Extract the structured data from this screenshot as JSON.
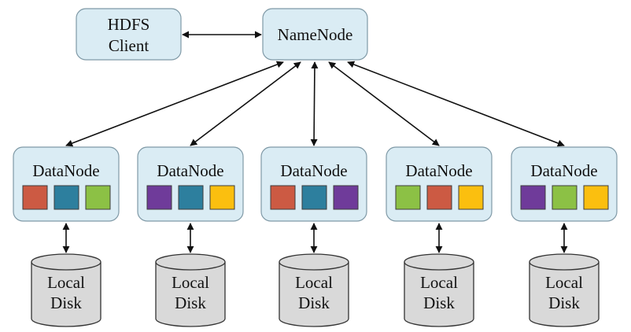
{
  "colors": {
    "node_fill": "#daecf4",
    "node_stroke": "#7f99a6",
    "disk_fill": "#d9d9d9",
    "disk_stroke": "#333333",
    "arrow": "#111111",
    "red": "#cc5a43",
    "teal": "#2d7f9e",
    "green": "#8cc145",
    "purple": "#6f3b9a",
    "yellow": "#fbbf0f"
  },
  "client": {
    "line1": "HDFS",
    "line2": "Client"
  },
  "namenode": {
    "label": "NameNode"
  },
  "datanodes": [
    {
      "label": "DataNode",
      "blocks": [
        "red",
        "teal",
        "green"
      ],
      "disk": {
        "line1": "Local",
        "line2": "Disk"
      }
    },
    {
      "label": "DataNode",
      "blocks": [
        "purple",
        "teal",
        "yellow"
      ],
      "disk": {
        "line1": "Local",
        "line2": "Disk"
      }
    },
    {
      "label": "DataNode",
      "blocks": [
        "red",
        "teal",
        "purple"
      ],
      "disk": {
        "line1": "Local",
        "line2": "Disk"
      }
    },
    {
      "label": "DataNode",
      "blocks": [
        "green",
        "red",
        "yellow"
      ],
      "disk": {
        "line1": "Local",
        "line2": "Disk"
      }
    },
    {
      "label": "DataNode",
      "blocks": [
        "purple",
        "green",
        "yellow"
      ],
      "disk": {
        "line1": "Local",
        "line2": "Disk"
      }
    }
  ]
}
